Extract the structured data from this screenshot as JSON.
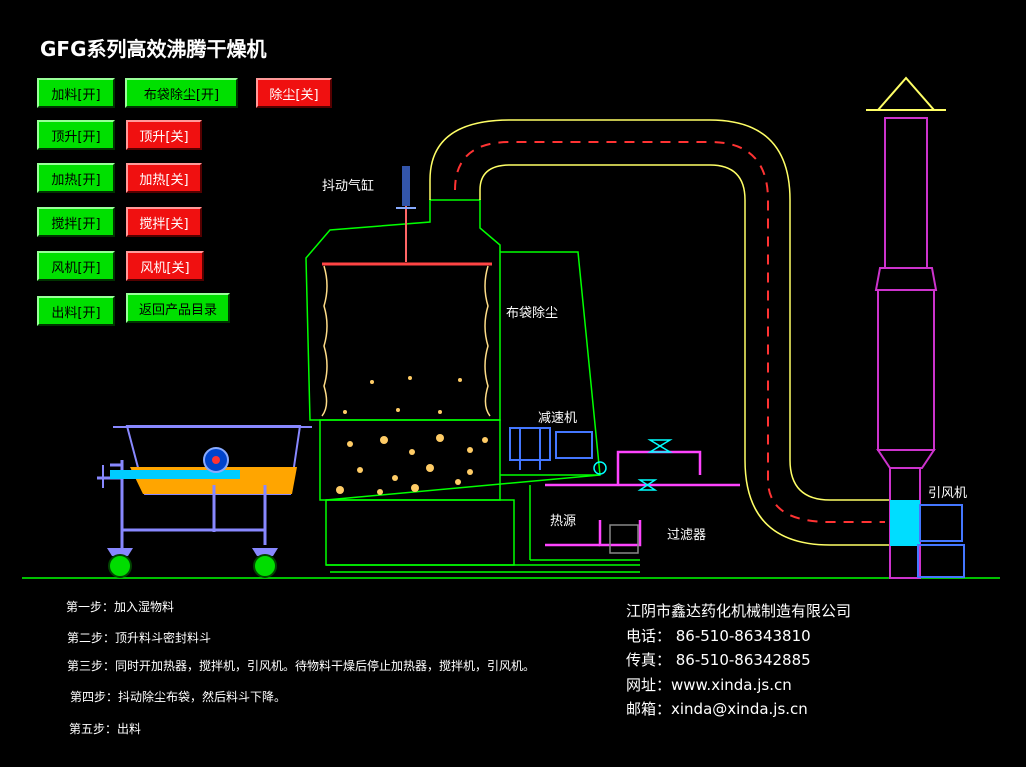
{
  "title": "GFG系列高效沸腾干燥机",
  "buttons": {
    "feed_on": "加料[开]",
    "bag_dust_on": "布袋除尘[开]",
    "dust_off": "除尘[关]",
    "lift_on": "顶升[开]",
    "lift_off": "顶升[关]",
    "heat_on": "加热[开]",
    "heat_off": "加热[关]",
    "stir_on": "搅拌[开]",
    "stir_off": "搅拌[关]",
    "fan_on": "风机[开]",
    "fan_off": "风机[关]",
    "discharge_on": "出料[开]",
    "back": "返回产品目录"
  },
  "labels": {
    "shake_cylinder": "抖动气缸",
    "bag_filter": "布袋除尘",
    "reducer": "减速机",
    "heat_source": "热源",
    "filter": "过滤器",
    "induced_fan": "引风机"
  },
  "steps": [
    "第一步：加入湿物料",
    "第二步：顶升料斗密封料斗",
    "第三步：同时开加热器，搅拌机，引风机。待物料干燥后停止加热器，搅拌机，引风机。",
    "第四步：抖动除尘布袋，然后料斗下降。",
    "第五步：出料"
  ],
  "contact": {
    "company": "江阴市鑫达药化机械制造有限公司",
    "phone": "电话：  86-510-86343810",
    "fax": "传真：  86-510-86342885",
    "web": "网址：www.xinda.js.cn",
    "email": "邮箱：xinda@xinda.js.cn"
  },
  "colors": {
    "on": "#00e000",
    "off": "#f01010",
    "machine": "#00ff00",
    "duct": "#ffff66",
    "fan_pipe": "#cc33cc",
    "pipe": "#ff44ff",
    "material": "#ffa500",
    "cyan": "#00ffff"
  }
}
